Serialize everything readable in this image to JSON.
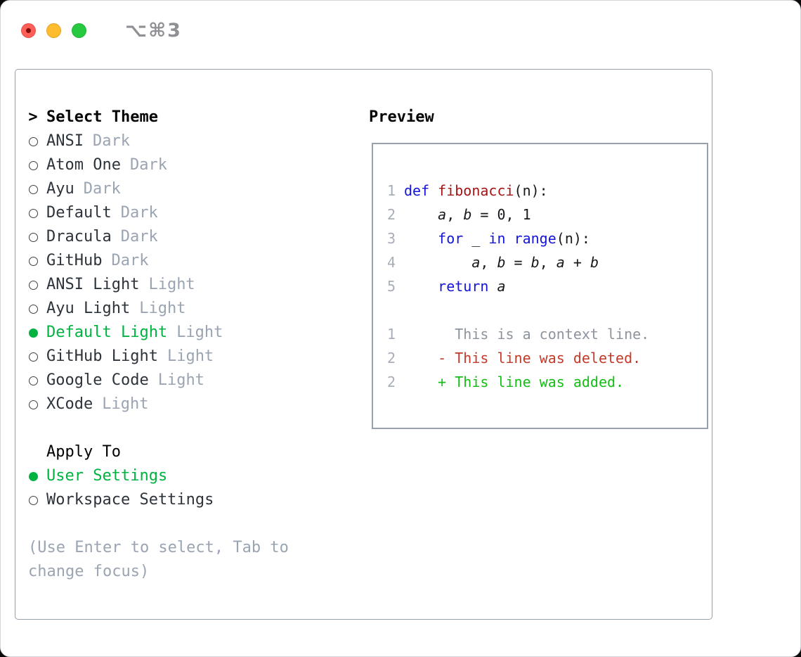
{
  "window": {
    "hotkey_label": "⌥⌘3",
    "traffic_lights": [
      "close-button",
      "minimize-button",
      "zoom-button"
    ]
  },
  "colors": {
    "accent_green": "#00b341",
    "keyword_blue": "#1515d8",
    "function_red": "#a31515",
    "diff_deleted_red": "#c23b2a",
    "diff_added_green": "#16bd16",
    "muted_gray": "#9aa4b2",
    "panel_border_gray": "#98a1ab"
  },
  "theme_picker": {
    "cursor": ">",
    "title": "Select Theme",
    "items": [
      {
        "name": "ANSI",
        "variant": "Dark",
        "selected": false
      },
      {
        "name": "Atom One",
        "variant": "Dark",
        "selected": false
      },
      {
        "name": "Ayu",
        "variant": "Dark",
        "selected": false
      },
      {
        "name": "Default",
        "variant": "Dark",
        "selected": false
      },
      {
        "name": "Dracula",
        "variant": "Dark",
        "selected": false
      },
      {
        "name": "GitHub",
        "variant": "Dark",
        "selected": false
      },
      {
        "name": "ANSI Light",
        "variant": "Light",
        "selected": false
      },
      {
        "name": "Ayu Light",
        "variant": "Light",
        "selected": false
      },
      {
        "name": "Default Light",
        "variant": "Light",
        "selected": true
      },
      {
        "name": "GitHub Light",
        "variant": "Light",
        "selected": false
      },
      {
        "name": "Google Code",
        "variant": "Light",
        "selected": false
      },
      {
        "name": "XCode",
        "variant": "Light",
        "selected": false
      }
    ],
    "apply_to": {
      "title": "Apply To",
      "options": [
        {
          "label": "User Settings",
          "selected": true
        },
        {
          "label": "Workspace Settings",
          "selected": false
        }
      ]
    },
    "hint_lines": [
      "(Use Enter to select, Tab to",
      "change focus)"
    ]
  },
  "preview": {
    "title": "Preview",
    "code_lines": [
      {
        "num": "1",
        "tokens": [
          [
            "kw",
            "def"
          ],
          [
            "pl",
            " "
          ],
          [
            "fn",
            "fibonacci"
          ],
          [
            "pl",
            "(n):"
          ]
        ]
      },
      {
        "num": "2",
        "tokens": [
          [
            "pl",
            "    "
          ],
          [
            "var",
            "a"
          ],
          [
            "pl",
            ", "
          ],
          [
            "var",
            "b"
          ],
          [
            "pl",
            " = 0, 1"
          ]
        ]
      },
      {
        "num": "3",
        "tokens": [
          [
            "pl",
            "    "
          ],
          [
            "kw",
            "for"
          ],
          [
            "pl",
            " _ "
          ],
          [
            "kw",
            "in"
          ],
          [
            "pl",
            " "
          ],
          [
            "kw",
            "range"
          ],
          [
            "pl",
            "(n):"
          ]
        ]
      },
      {
        "num": "4",
        "tokens": [
          [
            "pl",
            "        "
          ],
          [
            "var",
            "a"
          ],
          [
            "pl",
            ", "
          ],
          [
            "var",
            "b"
          ],
          [
            "pl",
            " = "
          ],
          [
            "var",
            "b"
          ],
          [
            "pl",
            ", "
          ],
          [
            "var",
            "a"
          ],
          [
            "pl",
            " + "
          ],
          [
            "var",
            "b"
          ]
        ]
      },
      {
        "num": "5",
        "tokens": [
          [
            "pl",
            "    "
          ],
          [
            "kw",
            "return"
          ],
          [
            "pl",
            " "
          ],
          [
            "var",
            "a"
          ]
        ]
      }
    ],
    "diff_lines": [
      {
        "num": "1",
        "kind": "context",
        "text": "      This is a context line."
      },
      {
        "num": "2",
        "kind": "del",
        "text": "    - This line was deleted."
      },
      {
        "num": "2",
        "kind": "add",
        "text": "    + This line was added."
      }
    ]
  }
}
